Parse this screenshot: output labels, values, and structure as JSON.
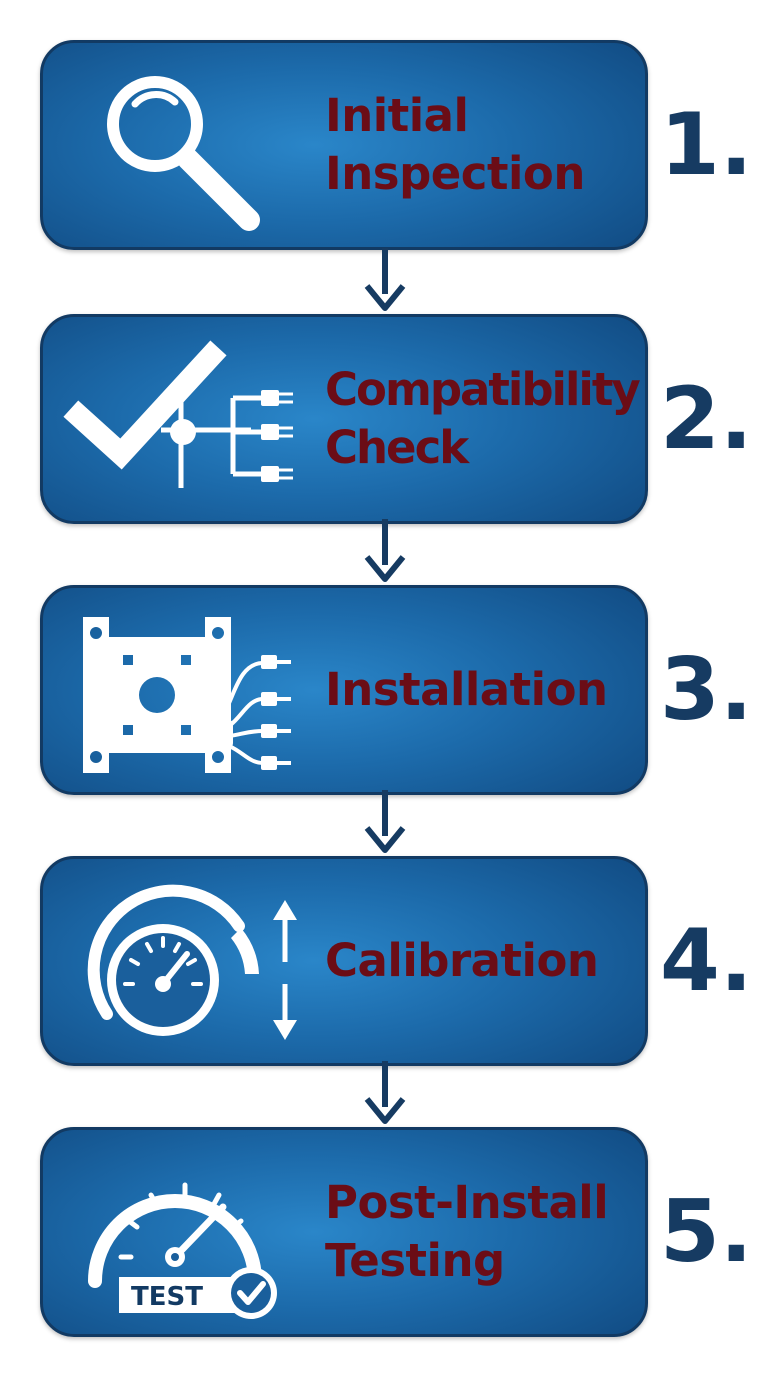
{
  "steps": [
    {
      "number": "1.",
      "label": "Initial\nInspection",
      "icon": "magnifying-glass-icon"
    },
    {
      "number": "2.",
      "label": "Compatibility\nCheck",
      "icon": "checkmark-connector-icon"
    },
    {
      "number": "3.",
      "label": "Installation",
      "icon": "mounting-bracket-icon"
    },
    {
      "number": "4.",
      "label": "Calibration",
      "icon": "gauge-arrows-icon"
    },
    {
      "number": "5.",
      "label": "Post-Install\nTesting",
      "icon": "test-gauge-icon"
    }
  ],
  "icons": {
    "test_badge": "TEST"
  },
  "colors": {
    "box_border": "#123a63",
    "box_fill": "#1c6aaa",
    "label_text": "#6b0d16",
    "number_text": "#163b62",
    "arrow": "#163b62"
  }
}
